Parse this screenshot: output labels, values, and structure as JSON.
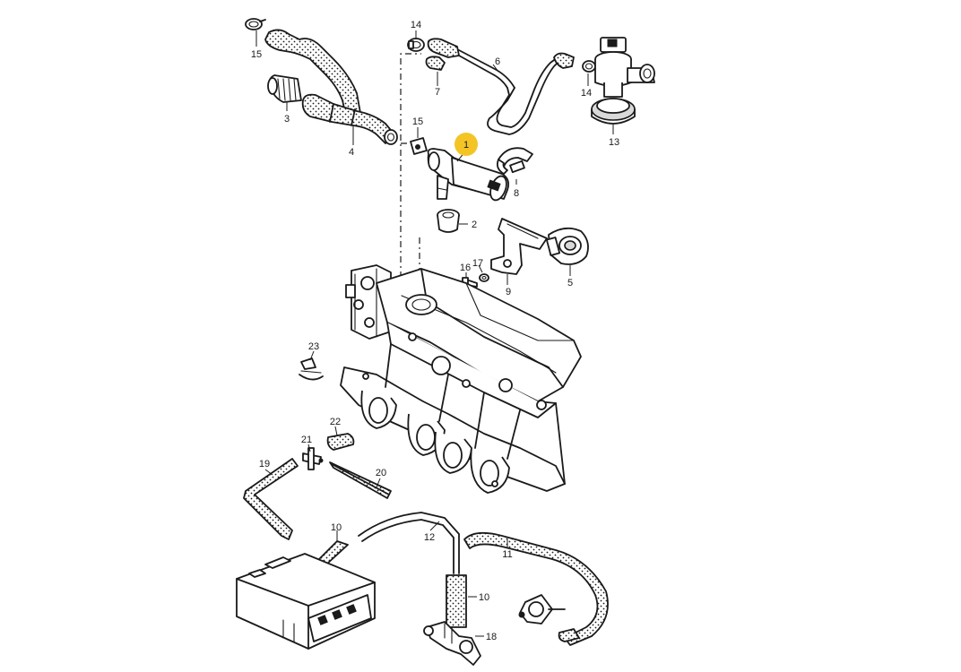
{
  "callouts": [
    {
      "id": "1",
      "text": "1",
      "highlighted": true
    },
    {
      "id": "2",
      "text": "2"
    },
    {
      "id": "3",
      "text": "3"
    },
    {
      "id": "4",
      "text": "4"
    },
    {
      "id": "5",
      "text": "5"
    },
    {
      "id": "6",
      "text": "6"
    },
    {
      "id": "7",
      "text": "7"
    },
    {
      "id": "8",
      "text": "8"
    },
    {
      "id": "9",
      "text": "9"
    },
    {
      "id": "10a",
      "text": "10"
    },
    {
      "id": "10b",
      "text": "10"
    },
    {
      "id": "11",
      "text": "11"
    },
    {
      "id": "12",
      "text": "12"
    },
    {
      "id": "13",
      "text": "13"
    },
    {
      "id": "14a",
      "text": "14"
    },
    {
      "id": "14b",
      "text": "14"
    },
    {
      "id": "15a",
      "text": "15"
    },
    {
      "id": "15b",
      "text": "15"
    },
    {
      "id": "16",
      "text": "16"
    },
    {
      "id": "17",
      "text": "17"
    },
    {
      "id": "18",
      "text": "18"
    },
    {
      "id": "19",
      "text": "19"
    },
    {
      "id": "20",
      "text": "20"
    },
    {
      "id": "21",
      "text": "21"
    },
    {
      "id": "22",
      "text": "22"
    },
    {
      "id": "23",
      "text": "23"
    }
  ],
  "highlight_color": "#f4c425"
}
